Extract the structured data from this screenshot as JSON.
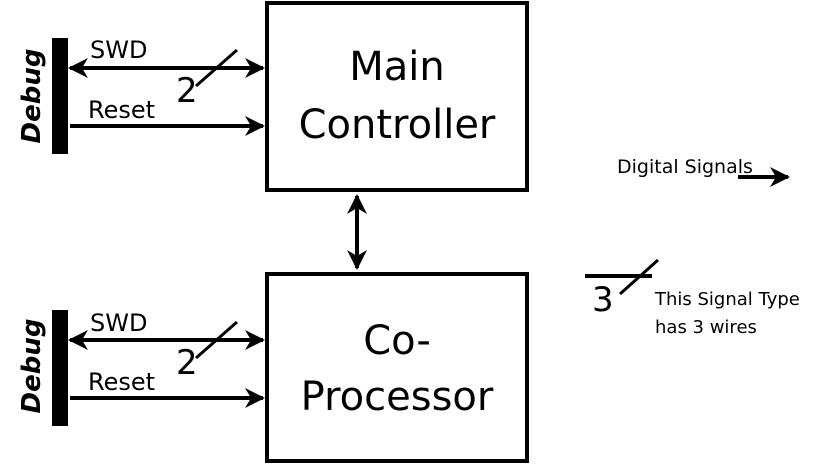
{
  "blocks": {
    "main": {
      "line1": "Main",
      "line2": "Controller"
    },
    "coproc": {
      "line1": "Co-",
      "line2": "Processor"
    }
  },
  "debug_ports": {
    "top": {
      "label": "Debug",
      "swd": "SWD",
      "reset": "Reset",
      "swd_wires": "2"
    },
    "bottom": {
      "label": "Debug",
      "swd": "SWD",
      "reset": "Reset",
      "swd_wires": "2"
    }
  },
  "legend": {
    "digital_signals": "Digital Signals",
    "wire_count": "3",
    "wire_desc_line1": "This Signal Type",
    "wire_desc_line2": "has 3 wires"
  }
}
